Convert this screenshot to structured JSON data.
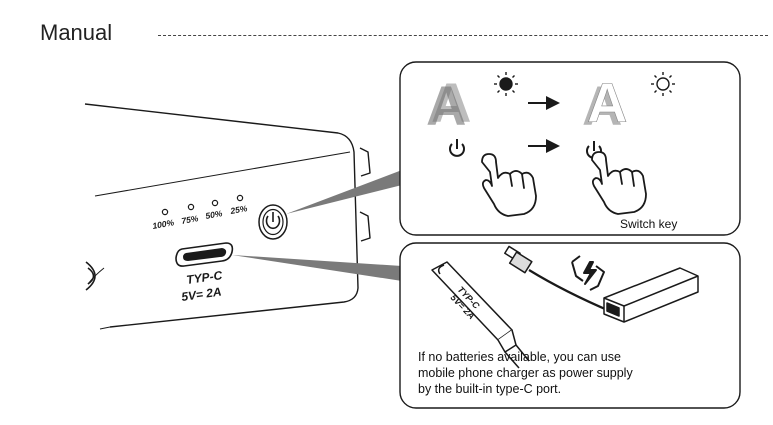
{
  "page": {
    "title": "Manual"
  },
  "device": {
    "battery_levels": [
      "100%",
      "75%",
      "50%",
      "25%"
    ],
    "port_label": "TYP-C",
    "port_rating": "5V= 2A"
  },
  "callout_switch": {
    "letter": "A",
    "caption": "Switch key"
  },
  "callout_charge": {
    "cable_label_1": "TYP-C",
    "cable_label_2": "5V= 2A",
    "caption_lines": [
      "If no batteries available, you can use",
      "mobile phone charger as power supply",
      "by the built-in type-C port."
    ]
  },
  "colors": {
    "outline": "#1a1a1a",
    "lead_line": "#7a7a7a",
    "letter_grey": "#a9a9a9"
  }
}
